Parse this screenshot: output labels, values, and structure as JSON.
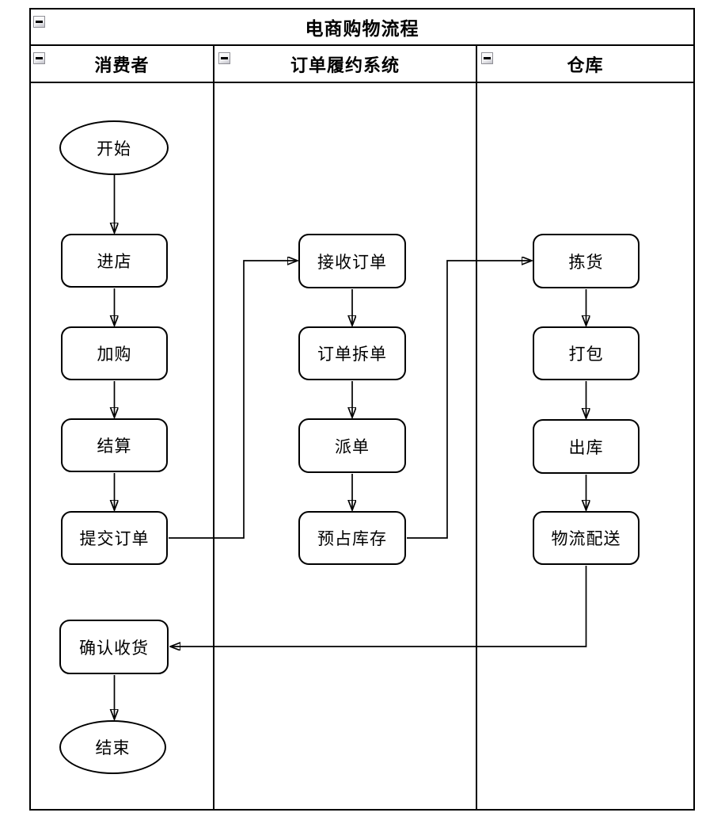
{
  "colors": {
    "stroke": "#000000",
    "fill": "#ffffff",
    "background": "#ffffff"
  },
  "pool": {
    "title": "电商购物流程"
  },
  "lanes": [
    {
      "id": "consumer",
      "label": "消费者"
    },
    {
      "id": "fulfillment",
      "label": "订单履约系统"
    },
    {
      "id": "warehouse",
      "label": "仓库"
    }
  ],
  "nodes": {
    "start": {
      "label": "开始",
      "shape": "ellipse",
      "lane": "consumer"
    },
    "enter_store": {
      "label": "进店",
      "shape": "rounded",
      "lane": "consumer"
    },
    "add_to_cart": {
      "label": "加购",
      "shape": "rounded",
      "lane": "consumer"
    },
    "checkout": {
      "label": "结算",
      "shape": "rounded",
      "lane": "consumer"
    },
    "submit_order": {
      "label": "提交订单",
      "shape": "rounded",
      "lane": "consumer"
    },
    "confirm_receipt": {
      "label": "确认收货",
      "shape": "rounded",
      "lane": "consumer"
    },
    "end": {
      "label": "结束",
      "shape": "ellipse",
      "lane": "consumer"
    },
    "receive_order": {
      "label": "接收订单",
      "shape": "rounded",
      "lane": "fulfillment"
    },
    "split_order": {
      "label": "订单拆单",
      "shape": "rounded",
      "lane": "fulfillment"
    },
    "dispatch_order": {
      "label": "派单",
      "shape": "rounded",
      "lane": "fulfillment"
    },
    "reserve_stock": {
      "label": "预占库存",
      "shape": "rounded",
      "lane": "fulfillment"
    },
    "pick": {
      "label": "拣货",
      "shape": "rounded",
      "lane": "warehouse"
    },
    "pack": {
      "label": "打包",
      "shape": "rounded",
      "lane": "warehouse"
    },
    "outbound": {
      "label": "出库",
      "shape": "rounded",
      "lane": "warehouse"
    },
    "delivery": {
      "label": "物流配送",
      "shape": "rounded",
      "lane": "warehouse"
    }
  },
  "edges": [
    {
      "from": "start",
      "to": "enter_store"
    },
    {
      "from": "enter_store",
      "to": "add_to_cart"
    },
    {
      "from": "add_to_cart",
      "to": "checkout"
    },
    {
      "from": "checkout",
      "to": "submit_order"
    },
    {
      "from": "submit_order",
      "to": "receive_order"
    },
    {
      "from": "receive_order",
      "to": "split_order"
    },
    {
      "from": "split_order",
      "to": "dispatch_order"
    },
    {
      "from": "dispatch_order",
      "to": "reserve_stock"
    },
    {
      "from": "reserve_stock",
      "to": "pick"
    },
    {
      "from": "pick",
      "to": "pack"
    },
    {
      "from": "pack",
      "to": "outbound"
    },
    {
      "from": "outbound",
      "to": "delivery"
    },
    {
      "from": "delivery",
      "to": "confirm_receipt"
    },
    {
      "from": "confirm_receipt",
      "to": "end"
    }
  ]
}
